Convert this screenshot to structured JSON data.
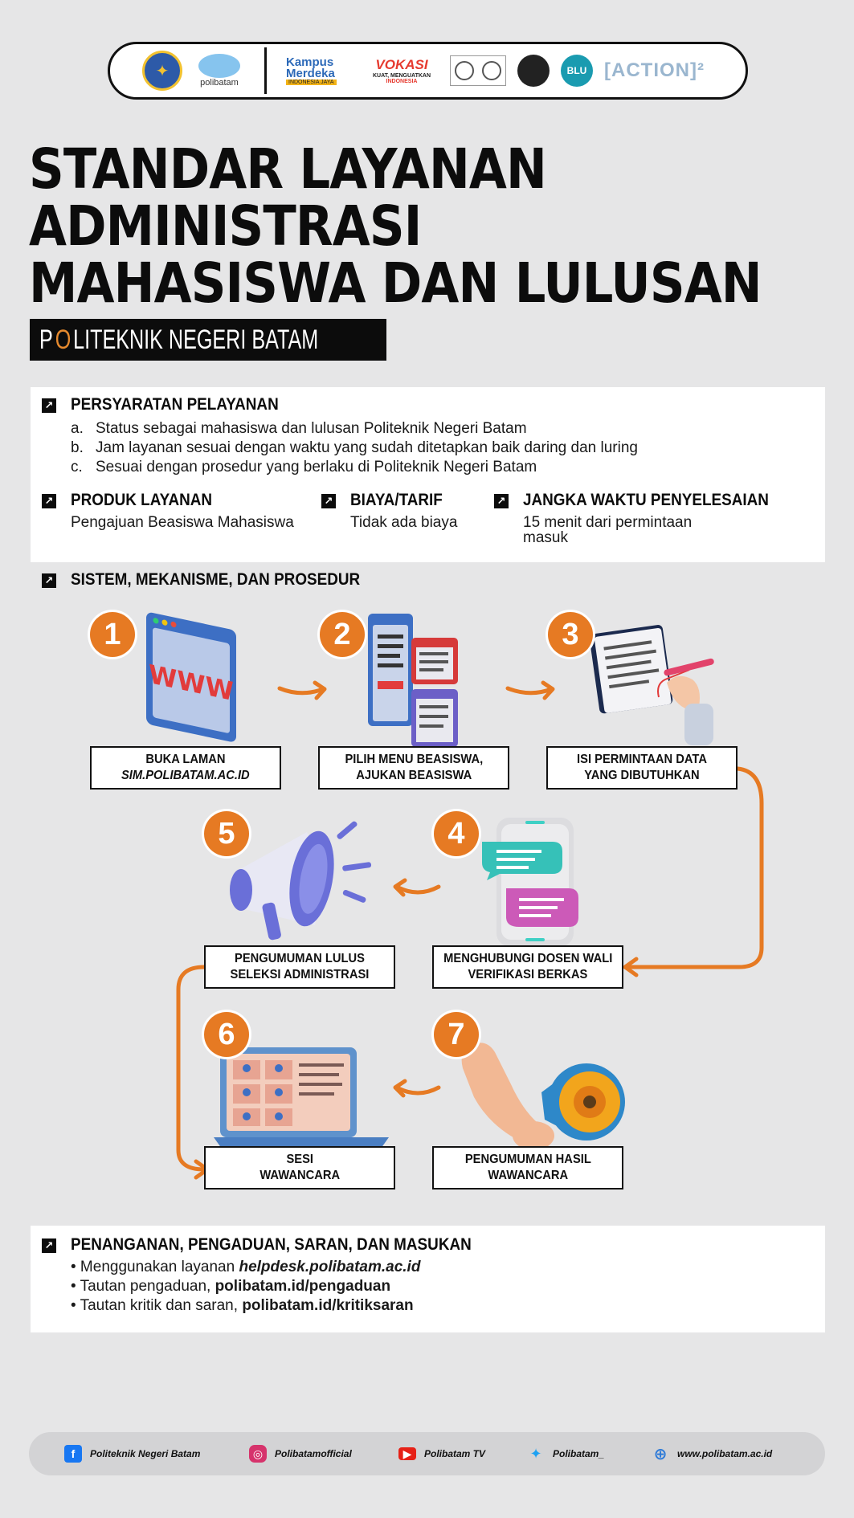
{
  "logos": {
    "poli_text": "polibatam",
    "kampus_a": "Kampus",
    "kampus_b": "Merdeka",
    "kampus_c": "INDONESIA JAYA",
    "vokasi_a": "VOKASI",
    "vokasi_b": "KUAT, MENGUATKAN",
    "vokasi_c": "INDONESIA",
    "blu": "BLU",
    "action": "[ACTION]²"
  },
  "title": {
    "line1": "STANDAR LAYANAN",
    "line2": "ADMINISTRASI",
    "line3": "MAHASISWA DAN LULUSAN",
    "subtitle_p": "P",
    "subtitle_o": "O",
    "subtitle_rest": "LITEKNIK NEGERI BATAM"
  },
  "requirements": {
    "heading": "PERSYARATAN PELAYANAN",
    "items": [
      {
        "marker": "a.",
        "text": "Status sebagai mahasiswa dan lulusan Politeknik Negeri Batam"
      },
      {
        "marker": "b.",
        "text": "Jam layanan sesuai dengan waktu yang sudah ditetapkan baik daring dan luring"
      },
      {
        "marker": "c.",
        "text": "Sesuai dengan prosedur yang berlaku di Politeknik Negeri Batam"
      }
    ]
  },
  "product": {
    "heading": "PRODUK LAYANAN",
    "text": "Pengajuan Beasiswa Mahasiswa"
  },
  "fee": {
    "heading": "BIAYA/TARIF",
    "text": "Tidak ada biaya"
  },
  "duration": {
    "heading": "JANGKA WAKTU PENYELESAIAN",
    "text1": "15 menit dari permintaan",
    "text2": "masuk"
  },
  "flow": {
    "heading": "SISTEM, MEKANISME, DAN PROSEDUR",
    "steps": [
      {
        "num": "1",
        "line1": "BUKA LAMAN",
        "line2": "SIM.POLIBATAM.AC.ID"
      },
      {
        "num": "2",
        "line1": "PILIH MENU BEASISWA,",
        "line2": "AJUKAN BEASISWA"
      },
      {
        "num": "3",
        "line1": "ISI PERMINTAAN DATA",
        "line2": "YANG DIBUTUHKAN"
      },
      {
        "num": "4",
        "line1": "MENGHUBUNGI DOSEN WALI",
        "line2": "VERIFIKASI BERKAS"
      },
      {
        "num": "5",
        "line1": "PENGUMUMAN LULUS",
        "line2": "SELEKSI ADMINISTRASI"
      },
      {
        "num": "6",
        "line1": "SESI",
        "line2": "WAWANCARA"
      },
      {
        "num": "7",
        "line1": "PENGUMUMAN HASIL",
        "line2": "WAWANCARA"
      }
    ],
    "www_text": "WWW"
  },
  "complaints": {
    "heading": "PENANGANAN, PENGADUAN, SARAN, DAN MASUKAN",
    "item1_prefix": "• Menggunakan layanan ",
    "item1_link": "helpdesk.polibatam.ac.id",
    "item2_prefix": "• Tautan pengaduan, ",
    "item2_link": "polibatam.id/pengaduan",
    "item3_prefix": "• Tautan kritik dan saran, ",
    "item3_link": "polibatam.id/kritiksaran"
  },
  "footer": {
    "facebook": "Politeknik Negeri Batam",
    "instagram": "Polibatamofficial",
    "youtube": "Polibatam TV",
    "twitter": "Polibatam_",
    "website": "www.polibatam.ac.id"
  },
  "colors": {
    "accent_orange": "#e67a23",
    "dark": "#0c0c0c",
    "background": "#e6e6e7"
  }
}
